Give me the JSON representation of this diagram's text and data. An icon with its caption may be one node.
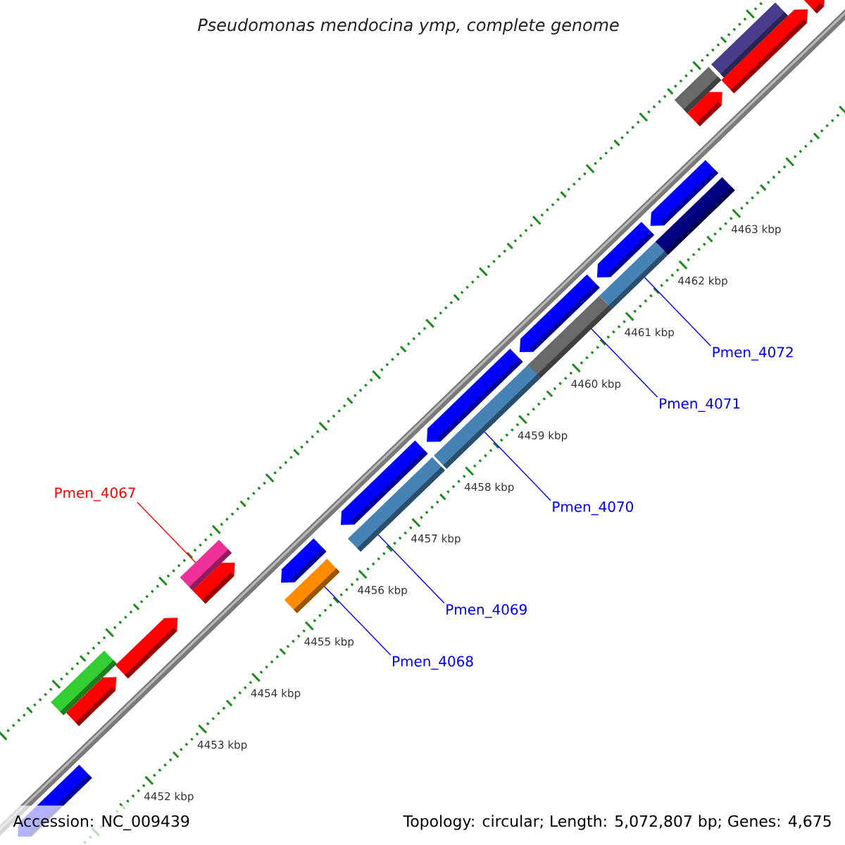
{
  "diagram": {
    "title": "Pseudomonas mendocina ymp, complete genome",
    "nodes": [
      {
        "text": [
          "Pmen_4072"
        ]
      },
      {
        "text": [
          "Pmen_4071"
        ]
      },
      {
        "text": [
          "Pmen_4070"
        ]
      },
      {
        "text": [
          "Pmen_4067"
        ]
      },
      {
        "text": [
          "Pmen_4069"
        ]
      },
      {
        "text": [
          "Pmen_4068"
        ]
      },
      {
        "text": [],
        "shape": "bar"
      },
      {
        "text": [],
        "shape": "bar"
      },
      {
        "text": [],
        "shape": "bar"
      },
      {
        "text": [],
        "shape": "bar"
      },
      {
        "text": [],
        "shape": "bar"
      },
      {
        "text": [],
        "shape": "bar"
      },
      {
        "text": [],
        "shape": "pentagon"
      },
      {
        "text": [],
        "shape": "pentagon"
      },
      {
        "text": [],
        "shape": "pentagon"
      },
      {
        "text": [],
        "shape": "pentagon"
      },
      {
        "text": [],
        "shape": "pentagon"
      },
      {
        "text": [],
        "shape": "pentagon"
      },
      {
        "text": [],
        "shape": "pentagon"
      },
      {
        "text": [],
        "shape": "bar"
      },
      {
        "text": [],
        "shape": "bar"
      },
      {
        "text": [],
        "shape": "bar"
      },
      {
        "text": [],
        "shape": "bar"
      },
      {
        "text": [],
        "shape": "pentagon"
      },
      {
        "text": [],
        "shape": "pentagon"
      },
      {
        "text": [],
        "shape": "pentagon"
      },
      {
        "text": [],
        "shape": "pentagon"
      },
      {
        "text": [],
        "shape": "pentagon"
      },
      {
        "text": [],
        "shape": "pentagon"
      }
    ],
    "edges": [
      {
        "from": 0,
        "to": 6,
        "arrow": "none"
      },
      {
        "from": 1,
        "to": 7,
        "arrow": "none"
      },
      {
        "from": 2,
        "to": 8,
        "arrow": "none"
      },
      {
        "from": 3,
        "to": 10,
        "arrow": "none",
        "color": "#ff0000"
      },
      {
        "from": 4,
        "to": 9,
        "arrow": "none"
      },
      {
        "from": 5,
        "to": 11,
        "arrow": "none"
      }
    ],
    "labels": [
      "4463 kbp",
      "4462 kbp",
      "4461 kbp",
      "4460 kbp",
      "4459 kbp",
      "4458 kbp",
      "4457 kbp",
      "4456 kbp",
      "4455 kbp",
      "4454 kbp",
      "4453 kbp",
      "4452 kbp",
      "Accession: NC_009439",
      "Topology: circular; Length: 5,072,807 bp; Genes: 4,675"
    ]
  }
}
